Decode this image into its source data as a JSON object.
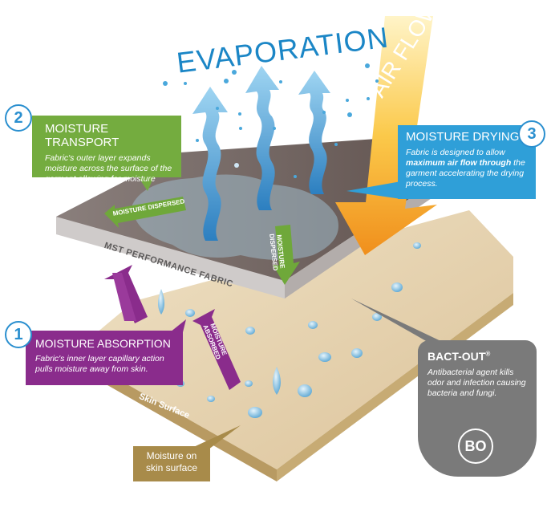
{
  "title": "EVAPORATION",
  "air_flow_label": "AIR FLOW",
  "callouts": {
    "transport": {
      "number": "2",
      "title": "MOISTURE TRANSPORT",
      "text": "Fabric's outer layer expands moisture across the surface of the garment allowing for moisture evaporation"
    },
    "drying": {
      "number": "3",
      "title": "MOISTURE DRYING",
      "text_pre": "Fabric is designed to allow ",
      "text_bold": "maximum air flow through",
      "text_post": " the garment accelerating the drying process."
    },
    "absorption": {
      "number": "1",
      "title": "MOISTURE ABSORPTION",
      "text": "Fabric's inner layer capillary action pulls moisture away from skin."
    }
  },
  "bact_out": {
    "title": "BACT-OUT",
    "mark": "®",
    "text": "Antibacterial agent kills odor and infection causing bacteria and fungi.",
    "logo": "BO"
  },
  "skin_callout": {
    "line1": "Moisture on",
    "line2": "skin surface"
  },
  "labels": {
    "fabric_layer": "MST PERFORMANCE FABRIC",
    "skin_surface": "Skin Surface",
    "moisture_dispersed_left": "MOISTURE DISPERSED",
    "moisture_dispersed_right_1": "MOISTURE",
    "moisture_dispersed_right_2": "DISPERSED",
    "moisture_absorbed_1": "MOISTURE",
    "moisture_absorbed_2": "ABSORBED"
  },
  "colors": {
    "evaporation_blue": "#1b86c6",
    "transport_green": "#74ac3f",
    "drying_blue": "#2f9fd8",
    "absorption_purple": "#8a2c8c",
    "bact_gray": "#7a7a7a",
    "skin_tan": "#e8d6b3",
    "fabric_dark": "#6f5f5c",
    "air_flow_orange": "#f2a623"
  }
}
